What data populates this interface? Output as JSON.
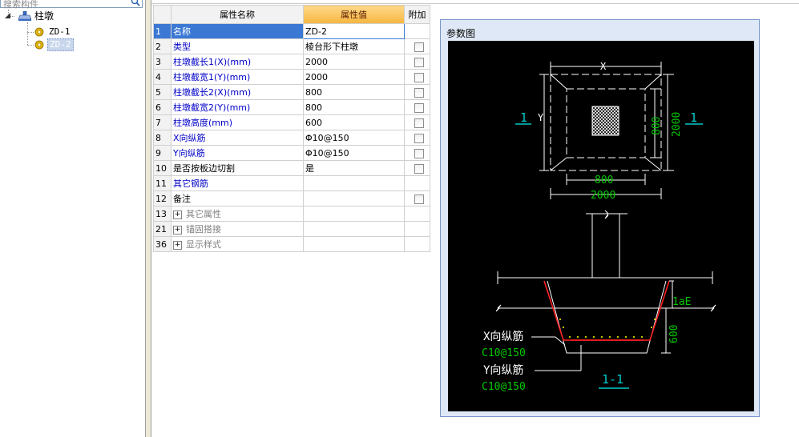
{
  "search": {
    "placeholder": "搜索构件"
  },
  "tree": {
    "root": {
      "label": "柱墩"
    },
    "children": [
      {
        "label": "ZD-1",
        "selected": false
      },
      {
        "label": "ZD-2",
        "selected": true
      }
    ]
  },
  "table": {
    "headers": {
      "name": "属性名称",
      "value": "属性值",
      "extra": "附加"
    },
    "rows": [
      {
        "num": "1",
        "name": "名称",
        "value": "ZD-2",
        "check": false
      },
      {
        "num": "2",
        "name": "类型",
        "value": "棱台形下柱墩",
        "check": true
      },
      {
        "num": "3",
        "name": "柱墩截长1(X)(mm)",
        "value": "2000",
        "check": true
      },
      {
        "num": "4",
        "name": "柱墩截宽1(Y)(mm)",
        "value": "2000",
        "check": true
      },
      {
        "num": "5",
        "name": "柱墩截长2(X)(mm)",
        "value": "800",
        "check": true
      },
      {
        "num": "6",
        "name": "柱墩截宽2(Y)(mm)",
        "value": "800",
        "check": true
      },
      {
        "num": "7",
        "name": "柱墩高度(mm)",
        "value": "600",
        "check": true
      },
      {
        "num": "8",
        "name": "X向纵筋",
        "value": "Φ10@150",
        "check": true
      },
      {
        "num": "9",
        "name": "Y向纵筋",
        "value": "Φ10@150",
        "check": true
      },
      {
        "num": "10",
        "name": "是否按板边切割",
        "value": "是",
        "check": true
      },
      {
        "num": "11",
        "name": "其它钢筋",
        "value": "",
        "check": false
      },
      {
        "num": "12",
        "name": "备注",
        "value": "",
        "check": true
      },
      {
        "num": "13",
        "name": "其它属性",
        "value": "",
        "check": false,
        "group": true
      },
      {
        "num": "21",
        "name": "锚固搭接",
        "value": "",
        "check": false,
        "group": true
      },
      {
        "num": "36",
        "name": "显示样式",
        "value": "",
        "check": false,
        "group": true
      }
    ]
  },
  "panel": {
    "title": "参数图",
    "diagram": {
      "x_label": "X",
      "y_label": "Y",
      "dim_inner_w": "800",
      "dim_outer_w": "2000",
      "dim_inner_h": "800",
      "dim_outer_h": "2000",
      "section_mark": "1",
      "section_title": "1-1",
      "lae_label": "1aE",
      "height_label": "600",
      "x_bar_label": "X向纵筋",
      "x_bar_value": "C10@150",
      "y_bar_label": "Y向纵筋",
      "y_bar_value": "C10@150"
    }
  },
  "colors": {
    "selection": "#3a78d4",
    "header_highlight": "#f6b63f",
    "name_text": "#0000c8",
    "diagram_green": "#00c800",
    "diagram_cyan": "#00c8c8",
    "diagram_red": "#ff2020"
  }
}
